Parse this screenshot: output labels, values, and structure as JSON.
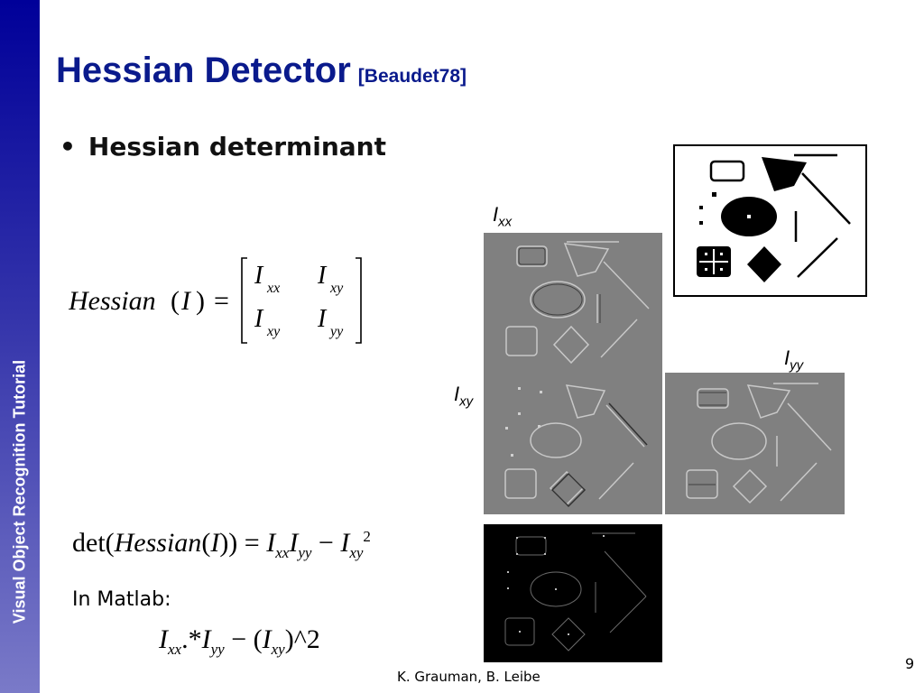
{
  "sidebar": {
    "label": "Visual Object Recognition Tutorial"
  },
  "header": {
    "title": "Hessian Detector",
    "citation": "[Beaudet78]"
  },
  "bullet": {
    "text": "Hessian determinant"
  },
  "hessian_eq": {
    "lhs": "Hessian",
    "arg": "I",
    "entry_var": "I",
    "subs": [
      "xx",
      "xy",
      "xy",
      "yy"
    ]
  },
  "det_eq": {
    "prefix": "det(",
    "lhs": "Hessian",
    "arg": "I",
    "sub_xx": "xx",
    "sub_yy": "yy",
    "sub_xy": "xy",
    "power": "2"
  },
  "matlab": {
    "label": "In Matlab:",
    "sub_xx": "xx",
    "sub_yy": "yy",
    "sub_xy": "xy",
    "op": ".*",
    "pow": ")^2"
  },
  "images": {
    "ixx": {
      "var": "I",
      "sub": "xx"
    },
    "iyy": {
      "var": "I",
      "sub": "yy"
    },
    "ixy": {
      "var": "I",
      "sub": "xy"
    }
  },
  "footer": {
    "authors": "K. Grauman, B. Leibe",
    "page": "9"
  },
  "colors": {
    "title": "#0a1a8c",
    "sidebar_top": "#000099",
    "sidebar_bottom": "#7a7ac8",
    "filter_bg": "#808080",
    "response_bg": "#000000"
  }
}
